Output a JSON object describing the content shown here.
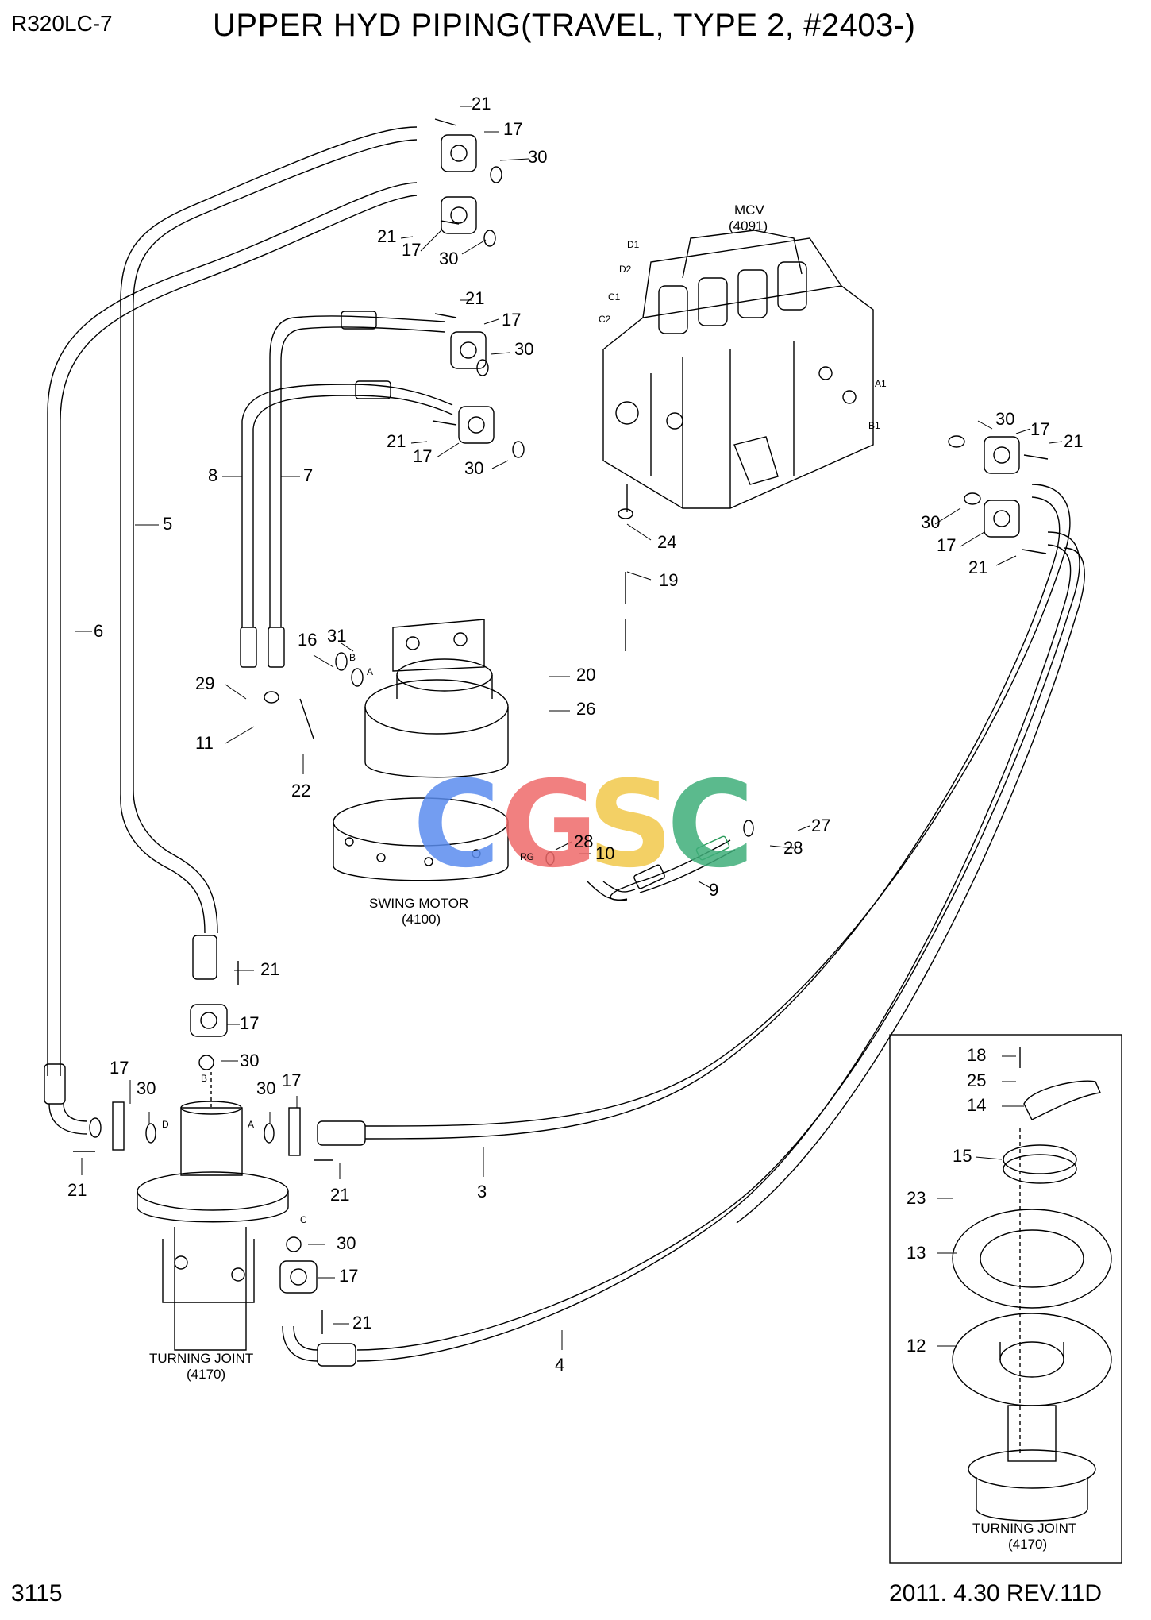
{
  "header": {
    "model": "R320LC-7",
    "title": "UPPER HYD PIPING(TRAVEL, TYPE 2, #2403-)"
  },
  "footer": {
    "page_number": "3115",
    "revision": "2011. 4.30  REV.11D"
  },
  "components": {
    "mcv": {
      "name": "MCV",
      "code": "(4091)"
    },
    "swing_motor": {
      "name": "SWING MOTOR",
      "code": "(4100)"
    },
    "turning_joint": {
      "name": "TURNING JOINT",
      "code": "(4170)"
    },
    "inset_turning_joint": {
      "name": "TURNING JOINT",
      "code": "(4170)"
    }
  },
  "ports": [
    "D1",
    "D2",
    "C1",
    "C2",
    "A1",
    "B1",
    "A",
    "B",
    "A",
    "B",
    "C",
    "D",
    "RG"
  ],
  "callouts": [
    "21",
    "17",
    "30",
    "21",
    "17",
    "30",
    "21",
    "17",
    "30",
    "21",
    "17",
    "30",
    "30",
    "17",
    "21",
    "30",
    "17",
    "21",
    "24",
    "19",
    "8",
    "7",
    "5",
    "6",
    "16",
    "31",
    "29",
    "11",
    "22",
    "20",
    "26",
    "28",
    "10",
    "27",
    "28",
    "9",
    "21",
    "17",
    "30",
    "17",
    "30",
    "30",
    "17",
    "21",
    "21",
    "30",
    "17",
    "21",
    "3",
    "4",
    "18",
    "25",
    "14",
    "15",
    "23",
    "13",
    "12"
  ],
  "watermark": {
    "letters": [
      "C",
      "G",
      "S",
      "C"
    ],
    "colors": [
      "#5b8def",
      "#ef6a6a",
      "#f2c84b",
      "#3fae7a"
    ]
  }
}
